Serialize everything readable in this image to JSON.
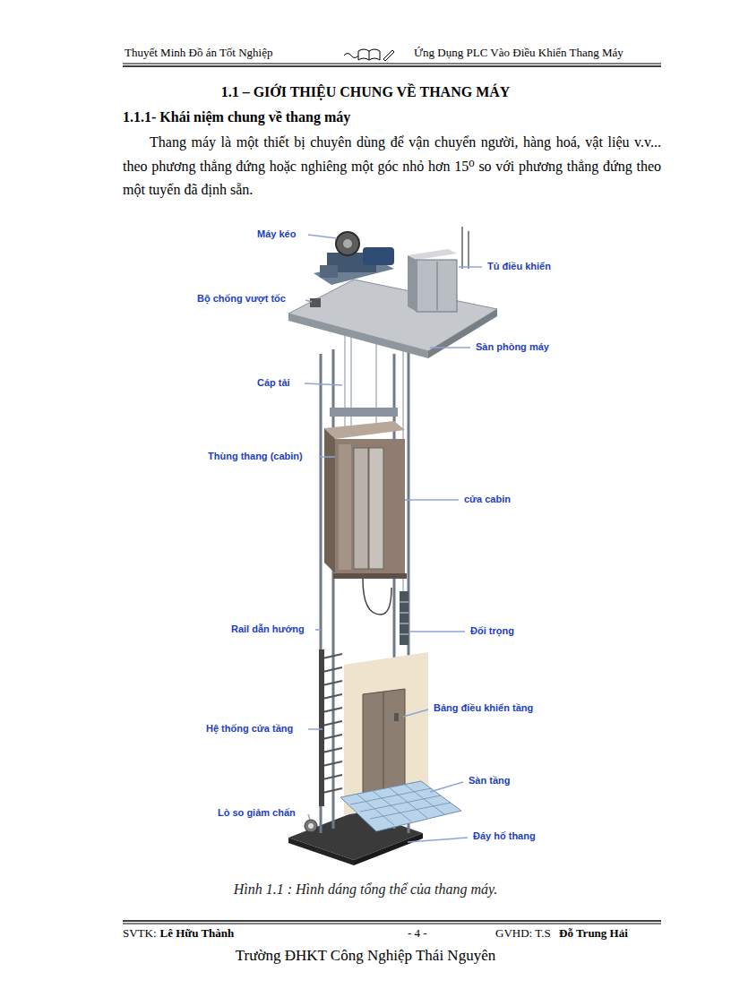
{
  "diagram": {
    "title": "1.1 – GIỚI THIỆU CHUNG VỀ THANG MÁY",
    "caption": "Hình 1.1 : Hình dáng tổng thể của thang máy.",
    "labels": [
      "Thuyết Minh Đồ án Tốt Nghiệp",
      "Ứng Dụng PLC Vào Điều Khiển Thang Máy",
      "1.1.1- Khái niệm chung về thang máy",
      "Thang máy là một thiết bị chuyên dùng để vận chuyển người, hàng hoá, vật liệu v.v... theo phương thẳng đứng hoặc nghiêng một góc nhỏ hơn 15⁰ so với phương thẳng đứng theo một tuyến đã định sẵn.",
      "Máy kéo",
      "Tủ điều khiển",
      "Bộ chống vượt tốc",
      "Sàn phòng máy",
      "Cáp tải",
      "Thùng thang (cabin)",
      "cửa cabin",
      "Rail dẫn hướng",
      "Đối trọng",
      "Bảng điều khiển tầng",
      "Hệ thống cửa tầng",
      "Sàn tầng",
      "Lò so giảm chấn",
      "Đáy hố thang",
      "SVTK:",
      "Lê Hữu Thành",
      "- 4 -",
      "GVHD: T.S",
      "Đỗ Trung Hải",
      "Trường ĐHKT Công Nghiệp Thái Nguyên"
    ]
  }
}
